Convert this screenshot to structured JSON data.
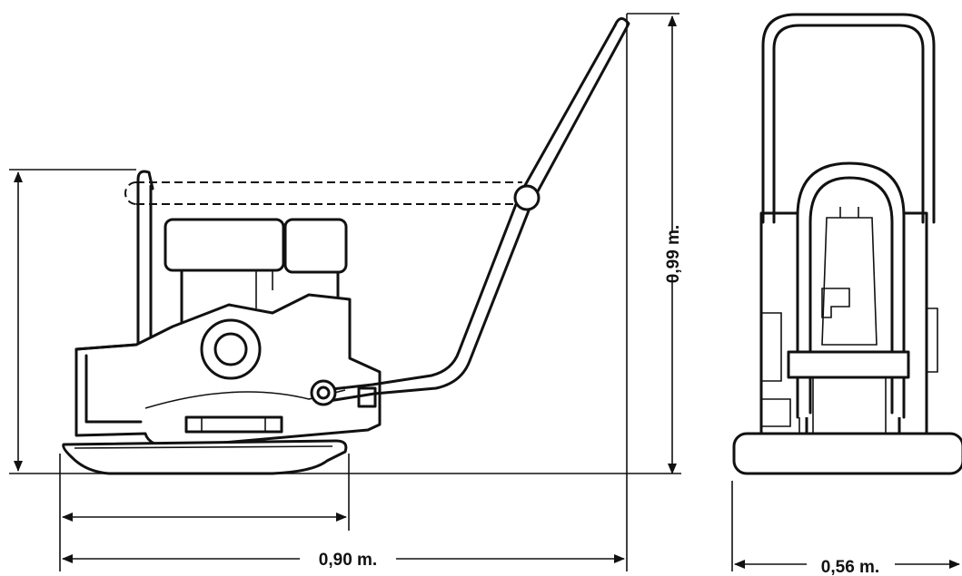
{
  "dimensions": {
    "length": "0,90 m.",
    "height": "0,99 m.",
    "width": "0,56 m."
  },
  "colors": {
    "ink": "#111111",
    "background": "#ffffff"
  }
}
